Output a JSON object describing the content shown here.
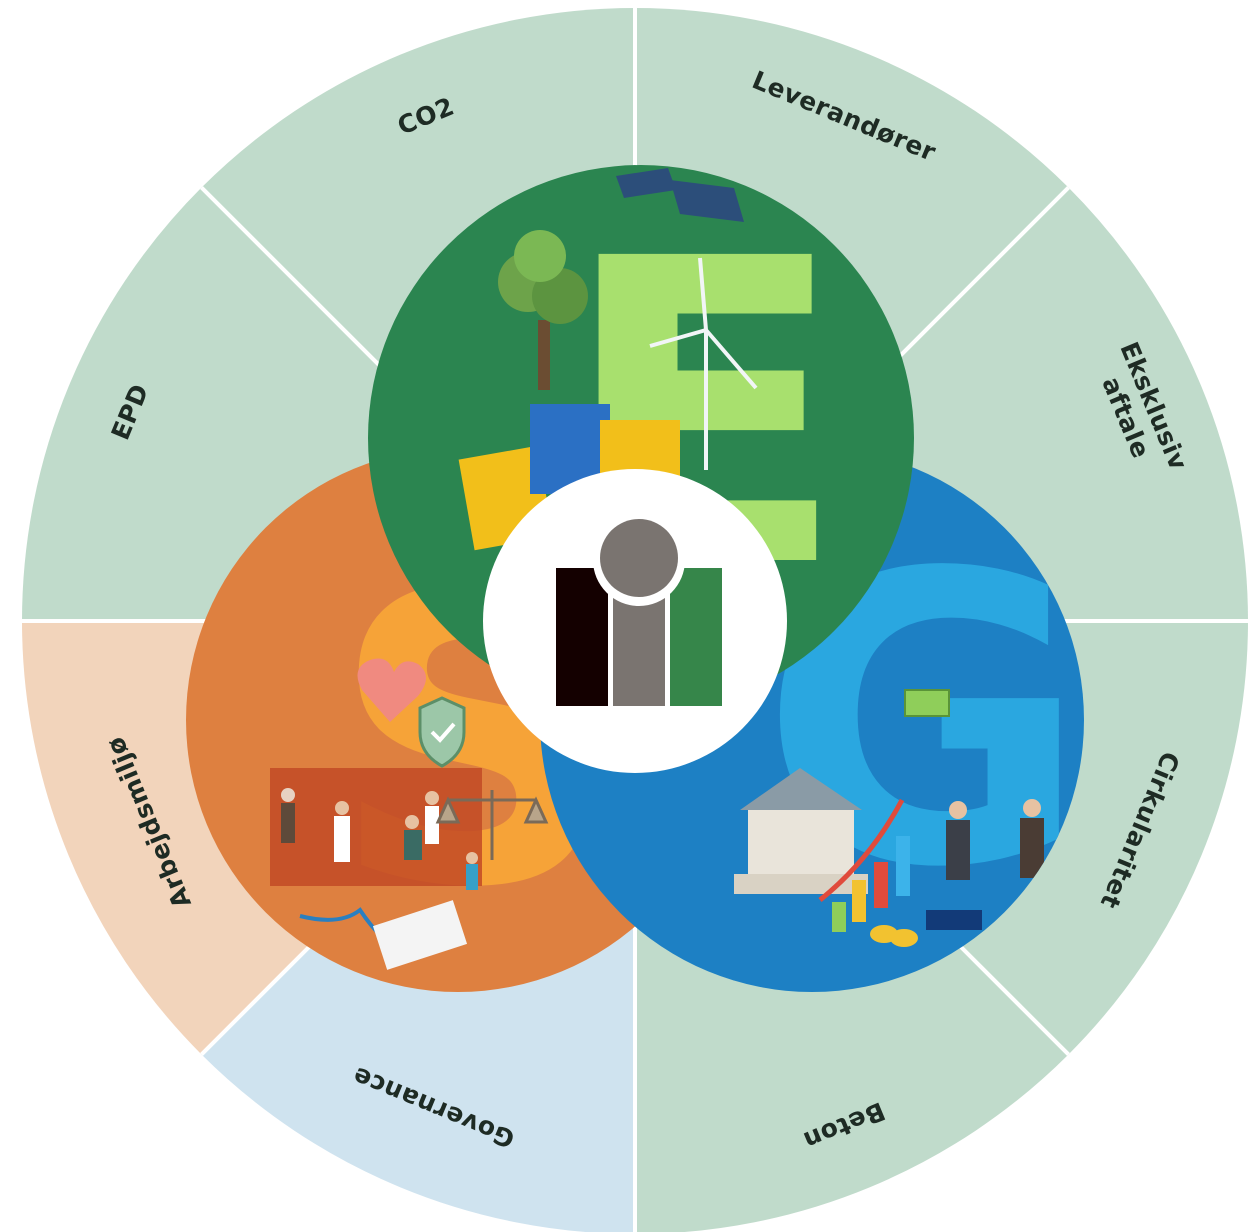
{
  "segments": [
    {
      "id": "leverandorer",
      "label": "Leverandører",
      "color": "#c0dbcb"
    },
    {
      "id": "eksklusiv-aftale",
      "label": "Eksklusiv aftale",
      "lines": [
        "Eksklusiv",
        "aftale"
      ],
      "color": "#c0dbcb"
    },
    {
      "id": "cirkularitet",
      "label": "Cirkularitet",
      "color": "#c0dbcb"
    },
    {
      "id": "beton",
      "label": "Beton",
      "color": "#c0dbcb"
    },
    {
      "id": "governance",
      "label": "Governance",
      "color": "#cfe3ef"
    },
    {
      "id": "arbejdsmiljo",
      "label": "Arbejdsmiljø",
      "color": "#f2d4bb"
    },
    {
      "id": "epd",
      "label": "EPD",
      "color": "#c0dbcb"
    },
    {
      "id": "co2",
      "label": "CO2",
      "color": "#c0dbcb"
    }
  ],
  "pillars": {
    "environment": {
      "letter": "E",
      "color": "#2b8550"
    },
    "social": {
      "letter": "S",
      "color": "#de8040"
    },
    "governance": {
      "letter": "G",
      "color": "#1d80c4"
    }
  },
  "logo": {
    "dark": "#140000",
    "gray": "#7a7470",
    "green": "#36864a"
  }
}
